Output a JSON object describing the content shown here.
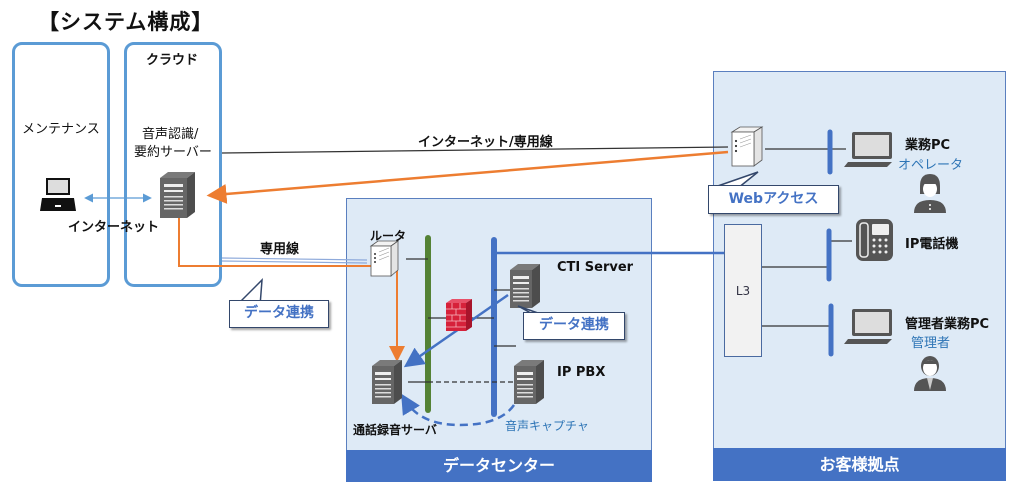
{
  "title": "【システム構成】",
  "zones": {
    "maintenance": {
      "label": "メンテナンス",
      "device_label": "インターネット"
    },
    "cloud": {
      "label": "クラウド",
      "server_label_line1": "音声認識/",
      "server_label_line2": "要約サーバー"
    },
    "datacenter": {
      "footer": "データセンター"
    },
    "customer_site": {
      "footer": "お客様拠点"
    }
  },
  "connections": {
    "internet_dedicated": "インターネット/専用線",
    "dedicated_line": "専用線"
  },
  "datacenter": {
    "router_label": "ルータ",
    "cti_server_label": "CTI Server",
    "ip_pbx_label": "IP PBX",
    "recording_server_label": "通話録音サーバ",
    "voice_capture_label": "音声キャプチャ"
  },
  "customer": {
    "l3_label": "L3",
    "business_pc_label": "業務PC",
    "operator_label": "オペレータ",
    "ip_phone_label": "IP電話機",
    "admin_pc_label": "管理者業務PC",
    "admin_label": "管理者"
  },
  "callouts": {
    "data_link_left": "データ連携",
    "data_link_cti": "データ連携",
    "web_access": "Webアクセス"
  },
  "colors": {
    "zone_border": "#5b9bd5",
    "zone_fill": "#deeaf6",
    "footer_fill": "#4472c4",
    "orange_flow": "#ed7d31",
    "blue_line": "#4472c4",
    "green_bus": "#548235",
    "firewall": "#d6213a"
  }
}
